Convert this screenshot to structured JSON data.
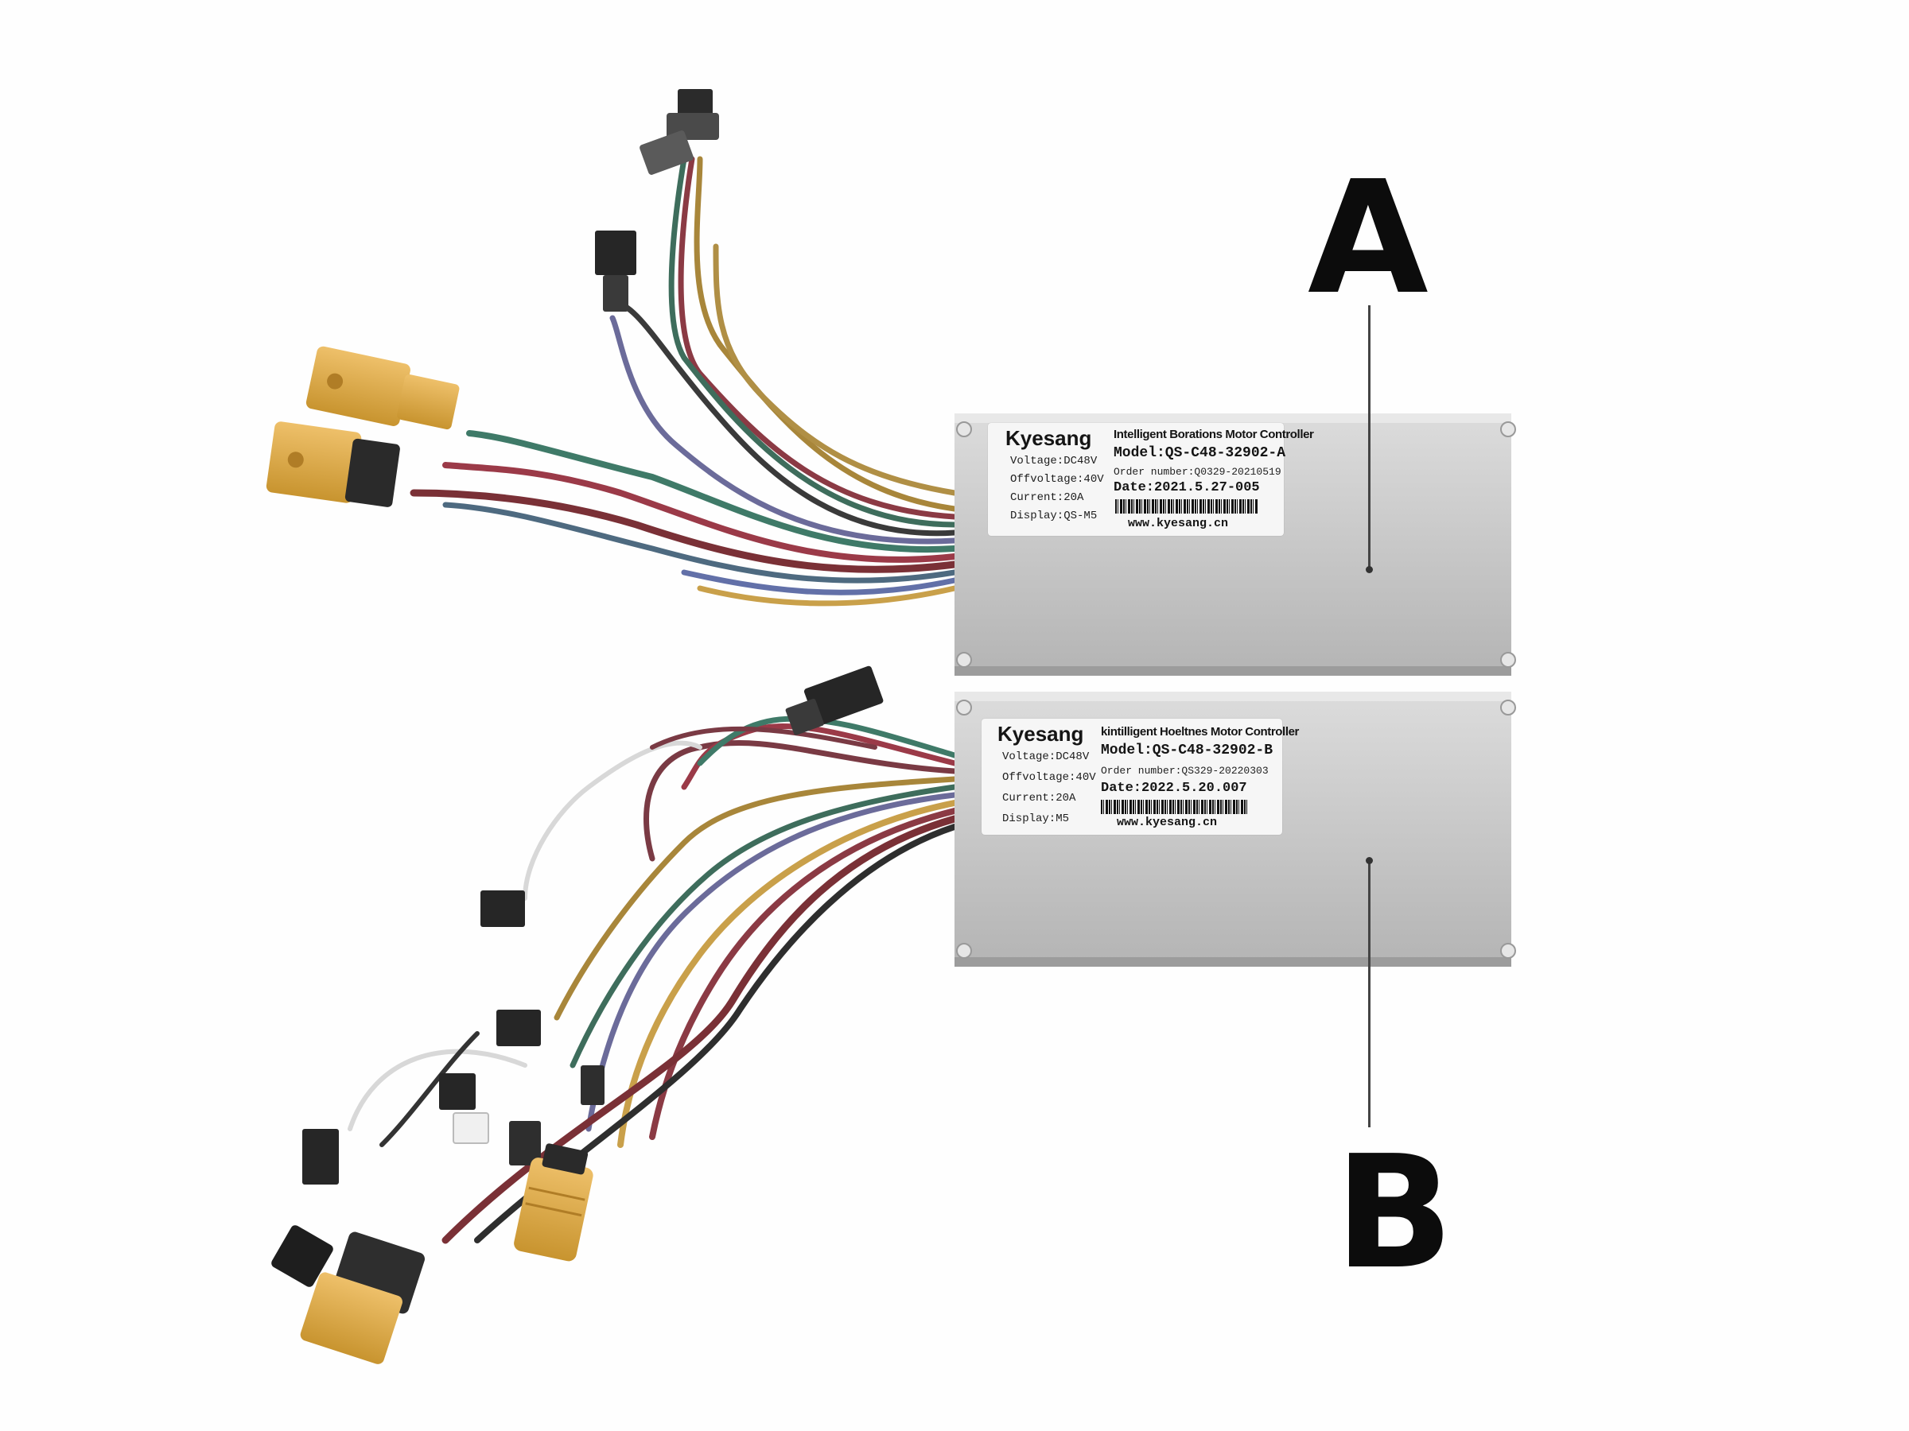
{
  "markers": {
    "a": "A",
    "b": "B"
  },
  "controller_a": {
    "brand": "Kyesang",
    "voltage": "Voltage:DC48V",
    "offvoltage": "Offvoltage:40V",
    "current": "Current:20A",
    "display": "Display:QS-M5",
    "headline": "Intelligent Borations Motor Controller",
    "model": "Model:QS-C48-32902-A",
    "order": "Order number:Q0329-20210519",
    "date": "Date:2021.5.27-005",
    "site": "www.kyesang.cn"
  },
  "controller_b": {
    "brand": "Kyesang",
    "voltage": "Voltage:DC48V",
    "offvoltage": "Offvoltage:40V",
    "current": "Current:20A",
    "display": "Display:M5",
    "headline": "kintilligent Hoeltnes Motor Controller",
    "model": "Model:QS-C48-32902-B",
    "order": "Order number:QS329-20220303",
    "date": "Date:2022.5.20.007",
    "site": "www.kyesang.cn"
  },
  "colors": {
    "housing": "#c9c9c9",
    "connector_yellow": "#d9a94a",
    "connector_black": "#2a2a2a",
    "marker_text": "#0c0c0c"
  }
}
